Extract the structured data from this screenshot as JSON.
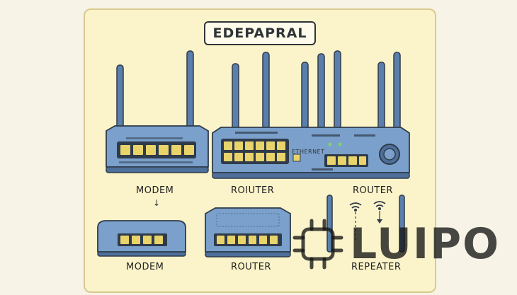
{
  "title": "EDEPAPRAL",
  "devices": {
    "modem_top": {
      "label": "MODEM",
      "arrow": "↓"
    },
    "router_top": {
      "label": "ROIUTER"
    },
    "router_right": {
      "label": "ROUTER",
      "arrow": "↓"
    },
    "modem_bottom": {
      "label": "MODEM"
    },
    "router_bottom": {
      "label": "ROUTER"
    },
    "repeater": {
      "label": "REPEATER"
    }
  },
  "port_labels": {
    "ethernet": "ETHERNET"
  },
  "watermark": {
    "text": "LUIPO",
    "icon": "chip-icon"
  },
  "colors": {
    "device_body": "#6f96c2",
    "device_dark": "#3f5f86",
    "ports": "#e9d36b",
    "panel": "#fbf3c9"
  }
}
